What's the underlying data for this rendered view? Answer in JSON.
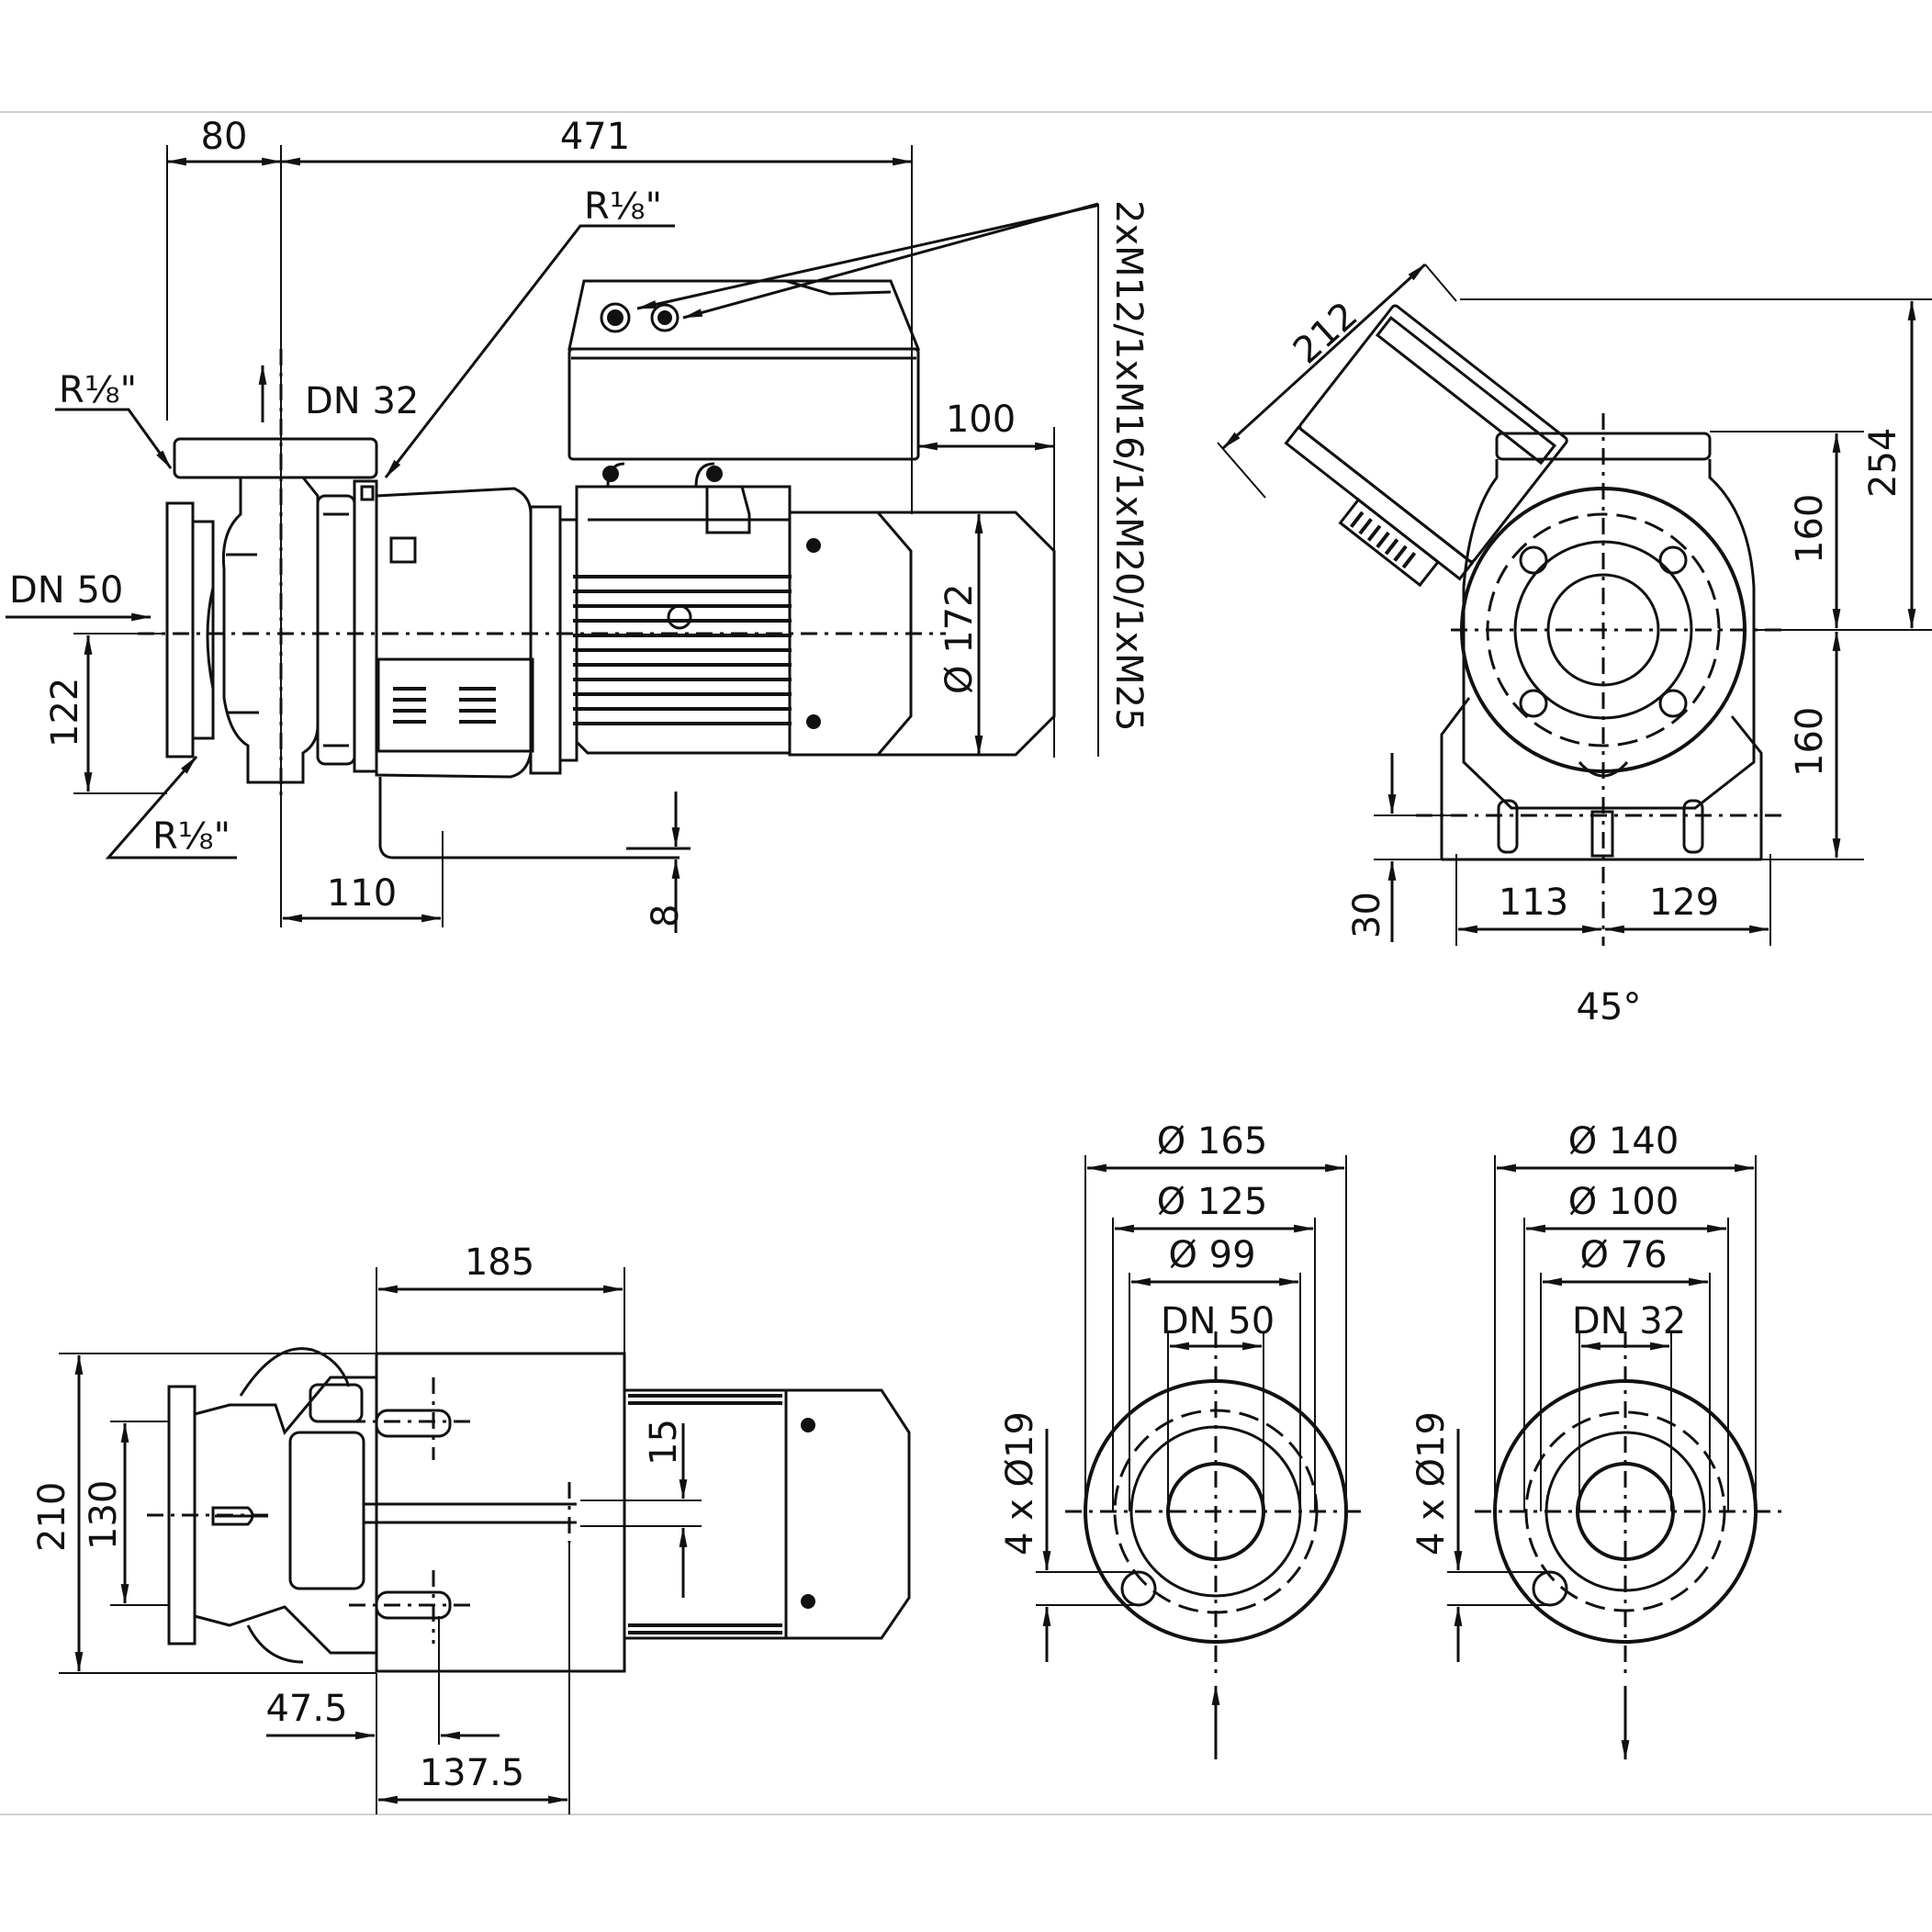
{
  "side_view": {
    "dims": {
      "d80": "80",
      "d471": "471",
      "d100": "100",
      "d172": "Ø 172",
      "d122": "122",
      "d110": "110",
      "d8": "8"
    },
    "labels": {
      "r18_top": "R⅛\"",
      "r18_left": "R⅛\"",
      "r18_bottom": "R⅛\"",
      "dn32": "DN 32",
      "dn50": "DN 50",
      "cable_glands": "2xM12/1xM16/1xM20/1xM25"
    }
  },
  "front_view": {
    "dims": {
      "d212": "212",
      "d254": "254",
      "d160_top": "160",
      "d160_bottom": "160",
      "d30": "30",
      "d113": "113",
      "d129": "129"
    },
    "angle": "45°"
  },
  "top_view": {
    "dims": {
      "d185": "185",
      "d210": "210",
      "d130": "130",
      "d15": "15",
      "d47_5": "47.5",
      "d137_5": "137.5"
    }
  },
  "flange_dn50": {
    "d165": "Ø 165",
    "d125": "Ø 125",
    "d99": "Ø 99",
    "dn": "DN 50",
    "holes": "4 x Ø19"
  },
  "flange_dn32": {
    "d140": "Ø 140",
    "d100": "Ø 100",
    "d76": "Ø 76",
    "dn": "DN 32",
    "holes": "4 x Ø19"
  }
}
